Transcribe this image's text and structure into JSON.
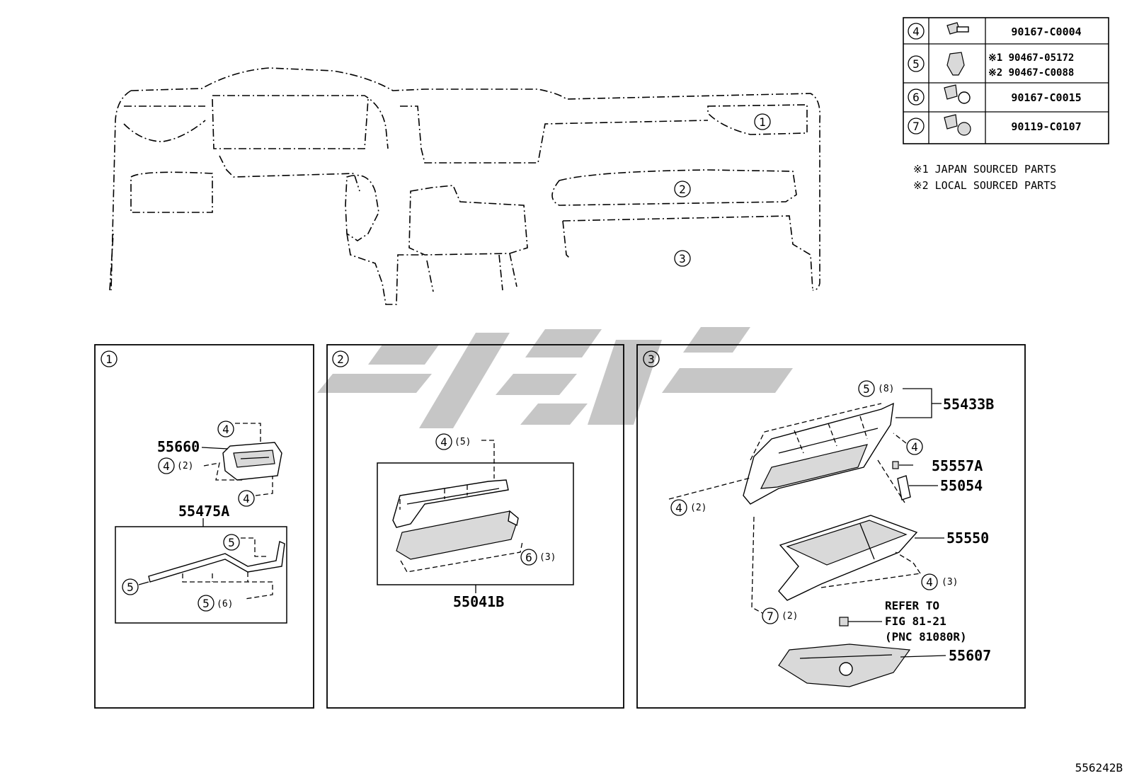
{
  "fasteners_table": {
    "rows": [
      {
        "ref": "4",
        "icon": "bolt-icon",
        "parts": [
          "90167-C0004"
        ]
      },
      {
        "ref": "5",
        "icon": "clip-icon",
        "parts": [
          "※1 90467-05172",
          "※2 90467-C0088"
        ]
      },
      {
        "ref": "6",
        "icon": "bolt-icon",
        "parts": [
          "90167-C0015"
        ]
      },
      {
        "ref": "7",
        "icon": "bolt-icon",
        "parts": [
          "90119-C0107"
        ]
      }
    ]
  },
  "notes": [
    "※1 JAPAN SOURCED PARTS",
    "※2 LOCAL SOURCED PARTS"
  ],
  "overview": {
    "callouts": [
      "1",
      "2",
      "3"
    ]
  },
  "panel1": {
    "label": "1",
    "parts": {
      "p55660": "55660",
      "p55475A": "55475A"
    },
    "fasteners": {
      "a": {
        "ref": "4",
        "qty": ""
      },
      "b": {
        "ref": "4",
        "qty": "(2)"
      },
      "c": {
        "ref": "4",
        "qty": ""
      },
      "d": {
        "ref": "5",
        "qty": ""
      },
      "e": {
        "ref": "5",
        "qty": ""
      },
      "f": {
        "ref": "5",
        "qty": "(6)"
      }
    }
  },
  "panel2": {
    "label": "2",
    "parts": {
      "p55041B": "55041B"
    },
    "fasteners": {
      "a": {
        "ref": "4",
        "qty": "(5)"
      },
      "b": {
        "ref": "6",
        "qty": "(3)"
      }
    }
  },
  "panel3": {
    "label": "3",
    "parts": {
      "p55433B": "55433B",
      "p55557A": "55557A",
      "p55054": "55054",
      "p55550": "55550",
      "p55607": "55607"
    },
    "fasteners": {
      "a": {
        "ref": "5",
        "qty": "(8)"
      },
      "b": {
        "ref": "4",
        "qty": ""
      },
      "c": {
        "ref": "4",
        "qty": "(2)"
      },
      "d": {
        "ref": "4",
        "qty": "(3)"
      },
      "e": {
        "ref": "7",
        "qty": "(2)"
      }
    },
    "refer": [
      "REFER TO",
      "FIG 81-21",
      "(PNC 81080R)"
    ]
  },
  "figure_id": "556242B",
  "colors": {
    "watermark": "#c6c6c6",
    "line": "#000000",
    "background": "#ffffff"
  }
}
